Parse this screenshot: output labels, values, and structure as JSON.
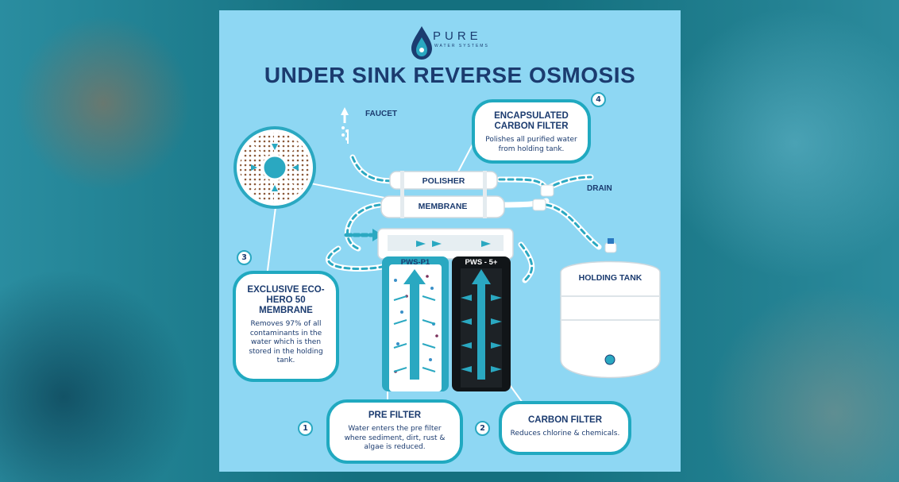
{
  "brand": {
    "name": "PURE",
    "subtitle": "WATER SYSTEMS"
  },
  "title": "UNDER SINK REVERSE OSMOSIS",
  "labels": {
    "faucet": "FAUCET",
    "polisher": "POLISHER",
    "membrane": "MEMBRANE",
    "drain": "DRAIN",
    "holding_tank": "HOLDING TANK",
    "pws_p1": "PWS-P1",
    "pws_5": "PWS - 5+"
  },
  "steps": [
    {
      "number": "1",
      "title": "PRE FILTER",
      "description": "Water enters the pre filter where sediment, dirt, rust & algae is reduced."
    },
    {
      "number": "2",
      "title": "CARBON FILTER",
      "description": "Reduces chlorine & chemicals."
    },
    {
      "number": "3",
      "title": "EXCLUSIVE ECO-HERO 50 MEMBRANE",
      "description": "Removes 97% of all contaminants in the water which is then stored in the holding tank."
    },
    {
      "number": "4",
      "title": "ENCAPSULATED CARBON FILTER",
      "description": "Polishes all purified water from holding tank."
    }
  ],
  "colors": {
    "panel": "#8ed7f3",
    "accent": "#20a9c0",
    "navy": "#1b3b6f",
    "filter_dark": "#111518"
  }
}
